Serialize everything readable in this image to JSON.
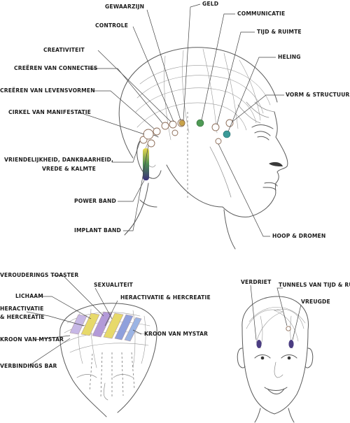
{
  "labels": {
    "gewaarzijn": "GEWAARZIJN",
    "geld": "GELD",
    "controle": "CONTROLE",
    "communicatie": "COMMUNICATIE",
    "tijd_ruimte": "TIJD & RUIMTE",
    "creativiteit": "CREATIVITEIT",
    "heling": "HELING",
    "creeren_connecties": "CREËREN VAN CONNECTIES",
    "creeren_levensvormen": "CREËREN VAN LEVENSVORMEN",
    "vorm_structuur": "VORM & STRUCTUUR",
    "cirkel_manifestatie": "CIRKEL VAN MANIFESTATIE",
    "vriendelijkheid_1": "VRIENDELIJKHEID, DANKBAARHEID,",
    "vriendelijkheid_2": "VREDE & KALMTE",
    "power_band": "POWER BAND",
    "implant_band": "IMPLANT BAND",
    "hoop_dromen": "HOOP & DROMEN",
    "verouderings_toaster": "VEROUDERINGS TOASTER",
    "sexualiteit": "SEXUALITEIT",
    "lichaam": "LICHAAM",
    "heractivatie_left_1": "HERACTIVATIE",
    "heractivatie_left_2": "& HERCREATIE",
    "heractivatie_right": "HERACTIVATIE & HERCREATIE",
    "kroon_mystar_left": "KROON VAN MYSTAR",
    "kroon_mystar_right": "KROON VAN MYSTAR",
    "verbindings_bar": "VERBINDINGS BAR",
    "verdriet": "VERDRIET",
    "tunnels": "TUNNELS VAN TIJD & RUIMTE",
    "vreugde": "VREUGDE"
  },
  "colors": {
    "geld_point": "#c8a24a",
    "communicatie_point": "#4f9a55",
    "heling_point": "#3b9a98",
    "face_point": "#4b3d82",
    "power_band_top": "#e8d84c",
    "power_band_mid": "#4a8a52",
    "power_band_bottom": "#3b2f7a",
    "band_colors": [
      "#c7b8e6",
      "#e7d96a",
      "#b39ad8",
      "#8fa0dc",
      "#9bb4e4"
    ]
  },
  "icons": {
    "point_marker": "circle",
    "color_band": "rounded-strip"
  }
}
